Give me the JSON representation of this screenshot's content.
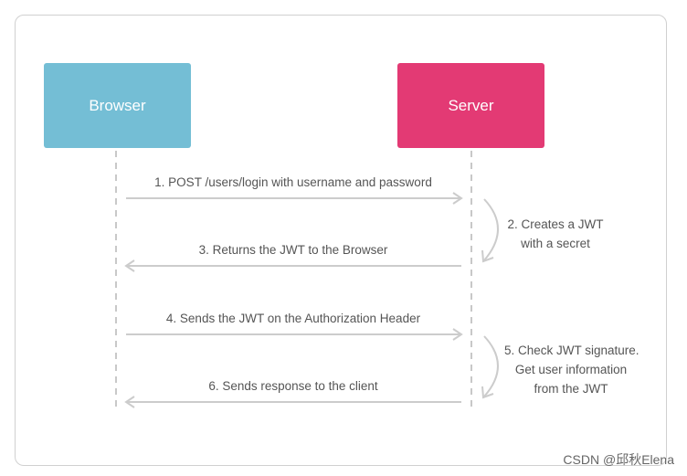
{
  "actors": {
    "browser": {
      "label": "Browser",
      "color": "#74bed5"
    },
    "server": {
      "label": "Server",
      "color": "#e33a74"
    }
  },
  "messages": [
    {
      "label": "1. POST /users/login with username and password",
      "direction": "to-server"
    },
    {
      "label": "3. Returns the JWT to the Browser",
      "direction": "to-browser"
    },
    {
      "label": "4. Sends the JWT on the Authorization Header",
      "direction": "to-server"
    },
    {
      "label": "6. Sends response to the client",
      "direction": "to-browser"
    }
  ],
  "notes": [
    {
      "lines": [
        "2. Creates a JWT",
        "with a secret"
      ]
    },
    {
      "lines": [
        "5. Check JWT signature.",
        "Get user information",
        "from the JWT"
      ]
    }
  ],
  "watermark": "CSDN @邱秋Elena",
  "colors": {
    "arrow": "#cccccc",
    "lifeline": "#c8c8c8",
    "text": "#555555"
  }
}
